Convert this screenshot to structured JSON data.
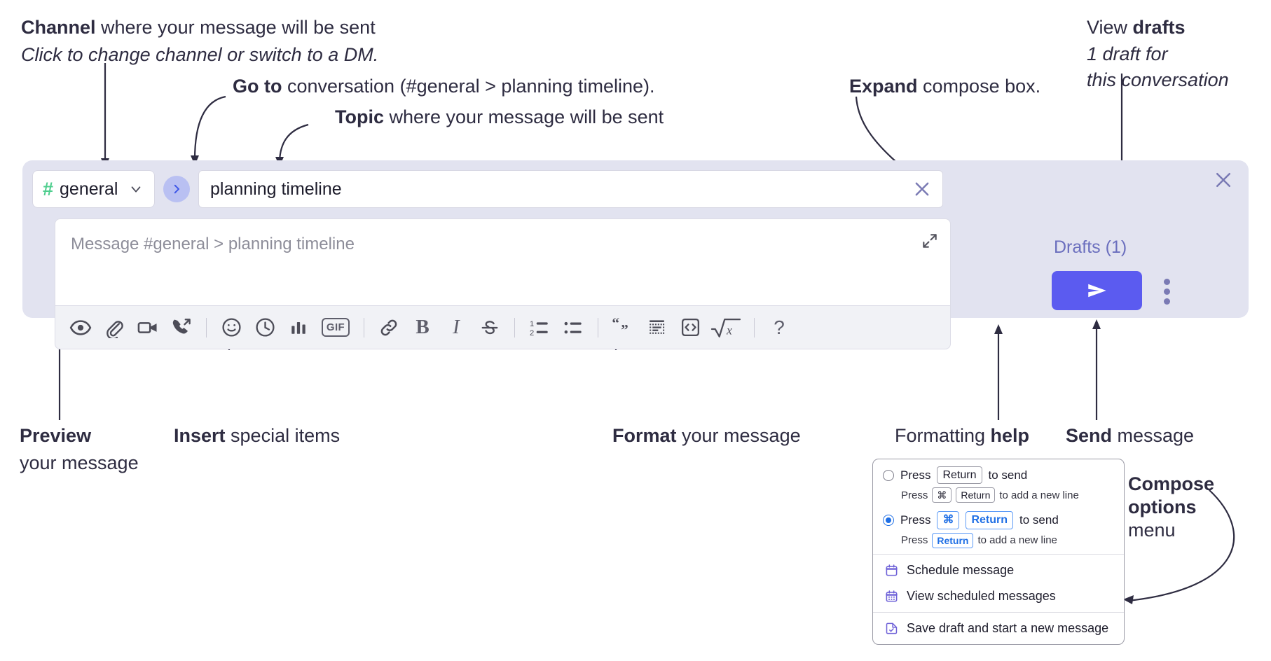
{
  "annotations": {
    "channel": {
      "bold": "Channel",
      "rest": " where your message will be sent",
      "sub": "Click to change channel or switch to a DM."
    },
    "goto": {
      "bold": "Go to",
      "rest": " conversation (#general > planning timeline)."
    },
    "topic": {
      "bold": "Topic",
      "rest": " where your message will be sent"
    },
    "expand": {
      "bold": "Expand",
      "rest": " compose box."
    },
    "drafts": {
      "pre": "View ",
      "bold": "drafts",
      "sub1": "1 draft for",
      "sub2": "this conversation"
    },
    "preview": {
      "bold": "Preview",
      "line2": "your message"
    },
    "insert": {
      "bold": "Insert",
      "rest": " special items"
    },
    "format": {
      "bold": "Format",
      "rest": " your message"
    },
    "help": {
      "pre": "Formatting ",
      "bold": "help"
    },
    "send": {
      "bold": "Send",
      "rest": " message"
    },
    "compose_options": {
      "bold1": "Compose",
      "bold2": "options",
      "rest": "menu"
    }
  },
  "compose": {
    "channel_name": "general",
    "hash_symbol": "#",
    "topic_value": "planning timeline",
    "message_placeholder": "Message #general > planning timeline",
    "drafts_label": "Drafts (1)",
    "toolbar_groups": [
      {
        "name": "preview",
        "items": [
          {
            "icon": "eye-icon",
            "label": "Preview"
          }
        ]
      },
      {
        "name": "insert",
        "items": [
          {
            "icon": "paperclip-icon",
            "label": "Attach file"
          },
          {
            "icon": "video-camera-icon",
            "label": "Record video clip"
          },
          {
            "icon": "phone-forward-icon",
            "label": "Record audio clip"
          }
        ]
      },
      {
        "name": "insert2",
        "items": [
          {
            "icon": "emoji-icon",
            "label": "Emoji"
          },
          {
            "icon": "clock-icon",
            "label": "Reminder"
          },
          {
            "icon": "bar-chart-icon",
            "label": "Poll"
          },
          {
            "icon": "gif-icon",
            "label": "GIF"
          }
        ]
      },
      {
        "name": "format",
        "items": [
          {
            "icon": "link-icon",
            "label": "Link"
          },
          {
            "icon": "bold-icon",
            "label": "Bold"
          },
          {
            "icon": "italic-icon",
            "label": "Italic"
          },
          {
            "icon": "strikethrough-icon",
            "label": "Strikethrough"
          }
        ]
      },
      {
        "name": "format2",
        "items": [
          {
            "icon": "ordered-list-icon",
            "label": "Ordered list"
          },
          {
            "icon": "bullet-list-icon",
            "label": "Bulleted list"
          }
        ]
      },
      {
        "name": "format3",
        "items": [
          {
            "icon": "blockquote-icon",
            "label": "Blockquote"
          },
          {
            "icon": "code-block-icon",
            "label": "Code block"
          },
          {
            "icon": "inline-code-icon",
            "label": "Inline code"
          },
          {
            "icon": "math-icon",
            "label": "Math"
          }
        ]
      },
      {
        "name": "help",
        "items": [
          {
            "icon": "question-mark-icon",
            "label": "Formatting help"
          }
        ]
      }
    ]
  },
  "popup": {
    "option1": {
      "pre": "Press",
      "key": "Return",
      "post": "to send",
      "sub_pre": "Press",
      "sub_key1": "⌘",
      "sub_key2": "Return",
      "sub_post": "to add a new line",
      "selected": false
    },
    "option2": {
      "pre": "Press",
      "key1": "⌘",
      "key2": "Return",
      "post": "to send",
      "sub_pre": "Press",
      "sub_key": "Return",
      "sub_post": "to add a new line",
      "selected": true
    },
    "items": [
      {
        "icon": "calendar-icon",
        "label": "Schedule message"
      },
      {
        "icon": "calendar-grid-icon",
        "label": "View scheduled messages"
      },
      {
        "icon": "save-draft-icon",
        "label": "Save draft and start a new message"
      }
    ]
  },
  "colors": {
    "compose_bg": "#e2e3f0",
    "send_button": "#5b5bf0",
    "hash_green": "#4fce8e",
    "goto_circle": "#b9c0f2",
    "drafts_text": "#6b6fbe",
    "accent_blue": "#1f6fe5"
  }
}
